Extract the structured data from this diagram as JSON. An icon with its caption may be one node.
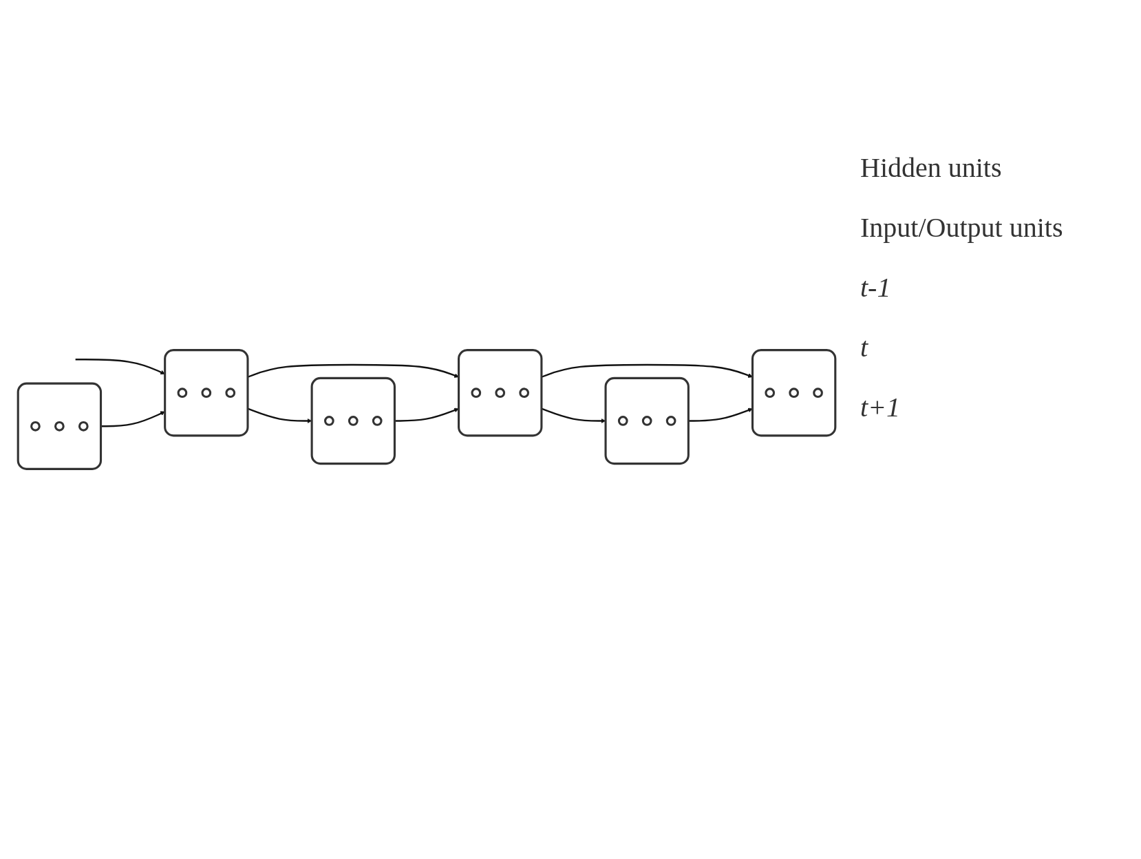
{
  "diagram": {
    "nodes": [
      {
        "text": [],
        "shape": "box"
      },
      {
        "text": [],
        "shape": "circle",
        "in": 0
      },
      {
        "text": [],
        "shape": "circle",
        "in": 0
      },
      {
        "text": [],
        "shape": "circle",
        "in": 0
      },
      {
        "text": [],
        "shape": "box"
      },
      {
        "text": [],
        "shape": "circle",
        "in": 4
      },
      {
        "text": [],
        "shape": "circle",
        "in": 4
      },
      {
        "text": [],
        "shape": "circle",
        "in": 4
      },
      {
        "text": [],
        "shape": "box"
      },
      {
        "text": [],
        "shape": "circle",
        "in": 8
      },
      {
        "text": [],
        "shape": "circle",
        "in": 8
      },
      {
        "text": [],
        "shape": "circle",
        "in": 8
      },
      {
        "text": [],
        "shape": "box"
      },
      {
        "text": [],
        "shape": "circle",
        "in": 12
      },
      {
        "text": [],
        "shape": "circle",
        "in": 12
      },
      {
        "text": [],
        "shape": "circle",
        "in": 12
      },
      {
        "text": [],
        "shape": "box"
      },
      {
        "text": [],
        "shape": "circle",
        "in": 16
      },
      {
        "text": [],
        "shape": "circle",
        "in": 16
      },
      {
        "text": [],
        "shape": "circle",
        "in": 16
      },
      {
        "text": [],
        "shape": "box"
      },
      {
        "text": [],
        "shape": "circle",
        "in": 20
      },
      {
        "text": [],
        "shape": "circle",
        "in": 20
      },
      {
        "text": [],
        "shape": "circle",
        "in": 20
      }
    ],
    "edges": [
      {
        "from": null,
        "to": 0,
        "arrow": "to"
      },
      {
        "from": 0,
        "to": 4,
        "arrow": "to"
      },
      {
        "from": 4,
        "to": 8,
        "arrow": "to"
      },
      {
        "from": 12,
        "to": 0,
        "arrow": "to"
      },
      {
        "from": 16,
        "to": 4,
        "arrow": "to"
      },
      {
        "from": 20,
        "to": 8,
        "arrow": "to"
      },
      {
        "from": 0,
        "to": 16,
        "arrow": "to"
      },
      {
        "from": 4,
        "to": 20,
        "arrow": "to"
      }
    ],
    "labels": [
      "Hidden units",
      "Input/Output units",
      "t-1",
      "t",
      "t+1"
    ]
  }
}
